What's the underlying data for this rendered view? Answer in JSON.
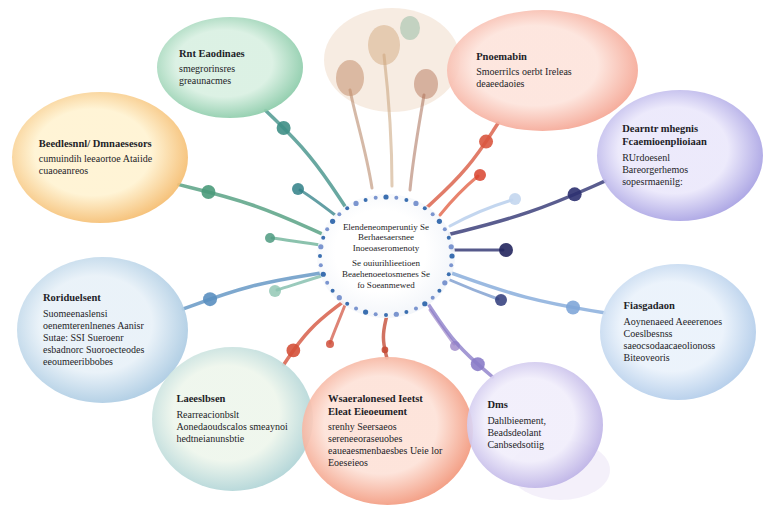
{
  "diagram": {
    "nodes": [
      {
        "text": [
          "Rnt Eaodinaes",
          "smegrorinsres greaunacmes"
        ]
      },
      {
        "text": [
          "Pnoemabin",
          "Smoerrilcs oerbt Ireleas deaeedaoies"
        ]
      },
      {
        "text": [
          "Beedlesnnl/ Dmnaesesors",
          "cumuindih leeaortoe Ataiide cuaoeanreos"
        ]
      },
      {
        "text": [
          "Dearntr mhegnis Fcaemioenplioiaan",
          "RUrdoesenl Bareorgerhemos sopesrmaenilg:"
        ]
      },
      {
        "text": [
          "Elendeneomperuntiy Se Berhaesaersnee Inoeoaseromenoty",
          "Se ouiurihlieetioen Beaehenoeetosmenes Se fo Soeanmewed"
        ]
      },
      {
        "text": [
          "Roriduelsent",
          "Suomeenaslensi oenemterenlnenes Aanisr Sutae: SSI Sueroenr esbadnorc Suoroecteodes eeoumeeribbobes"
        ]
      },
      {
        "text": [
          "Fiasgadaon",
          "Aoynenaeed Aeeerenoes Coeslbesnss saeocsodaacaeolionoss Biteoveoris"
        ]
      },
      {
        "text": [
          "Laeeslbsen",
          "Rearreacionbslt Aonedaoudscalos smeaynoi hedtneianunsbtie"
        ]
      },
      {
        "text": [
          "Wsaeralonesed Ieetst Eleat Eieoeument",
          "srenhy Seersaeos sereneeoraseuobes eaueaesmenbaesbes Ueie lor Eoeseieos"
        ]
      },
      {
        "text": [
          "Dms",
          "Dahlbieement, Beadsdeolant",
          "Canbsedsotiig"
        ]
      }
    ],
    "edges": [
      {
        "from": 4,
        "to": 0,
        "arrow": "none"
      },
      {
        "from": 4,
        "to": 1,
        "arrow": "none"
      },
      {
        "from": 4,
        "to": 2,
        "arrow": "none"
      },
      {
        "from": 4,
        "to": 3,
        "arrow": "none"
      },
      {
        "from": 4,
        "to": 5,
        "arrow": "none"
      },
      {
        "from": 4,
        "to": 6,
        "arrow": "none"
      },
      {
        "from": 4,
        "to": 7,
        "arrow": "none"
      },
      {
        "from": 4,
        "to": 8,
        "arrow": "none"
      },
      {
        "from": 4,
        "to": 9,
        "arrow": "none"
      }
    ]
  }
}
